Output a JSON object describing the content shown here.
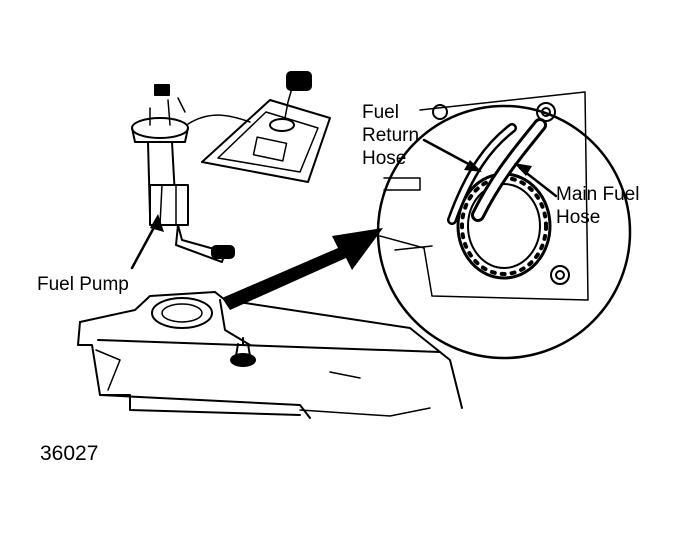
{
  "labels": {
    "fuel_pump": "Fuel Pump",
    "fuel_return_hose": [
      "Fuel",
      "Return",
      "Hose"
    ],
    "main_fuel_hose": [
      "Main Fuel",
      "Hose"
    ]
  },
  "figure_number": "36027",
  "colors": {
    "ink": "#000000",
    "paper": "#ffffff"
  }
}
